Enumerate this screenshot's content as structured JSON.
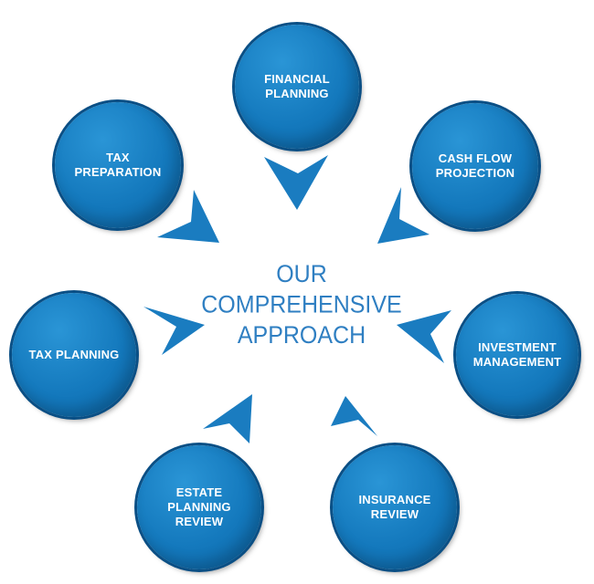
{
  "center": {
    "line1": "OUR",
    "line2": "COMPREHENSIVE",
    "line3": "APPROACH"
  },
  "nodes": [
    {
      "label": "FINANCIAL\nPLANNING"
    },
    {
      "label": "CASH FLOW\nPROJECTION"
    },
    {
      "label": "INVESTMENT\nMANAGEMENT"
    },
    {
      "label": "INSURANCE\nREVIEW"
    },
    {
      "label": "ESTATE\nPLANNING\nREVIEW"
    },
    {
      "label": "TAX PLANNING"
    },
    {
      "label": "TAX\nPREPARATION"
    }
  ],
  "colors": {
    "circle": "#1479bd",
    "circle_border": "#0a4f85",
    "arrow": "#1a7cc0",
    "center_text": "#2f7fc2"
  }
}
